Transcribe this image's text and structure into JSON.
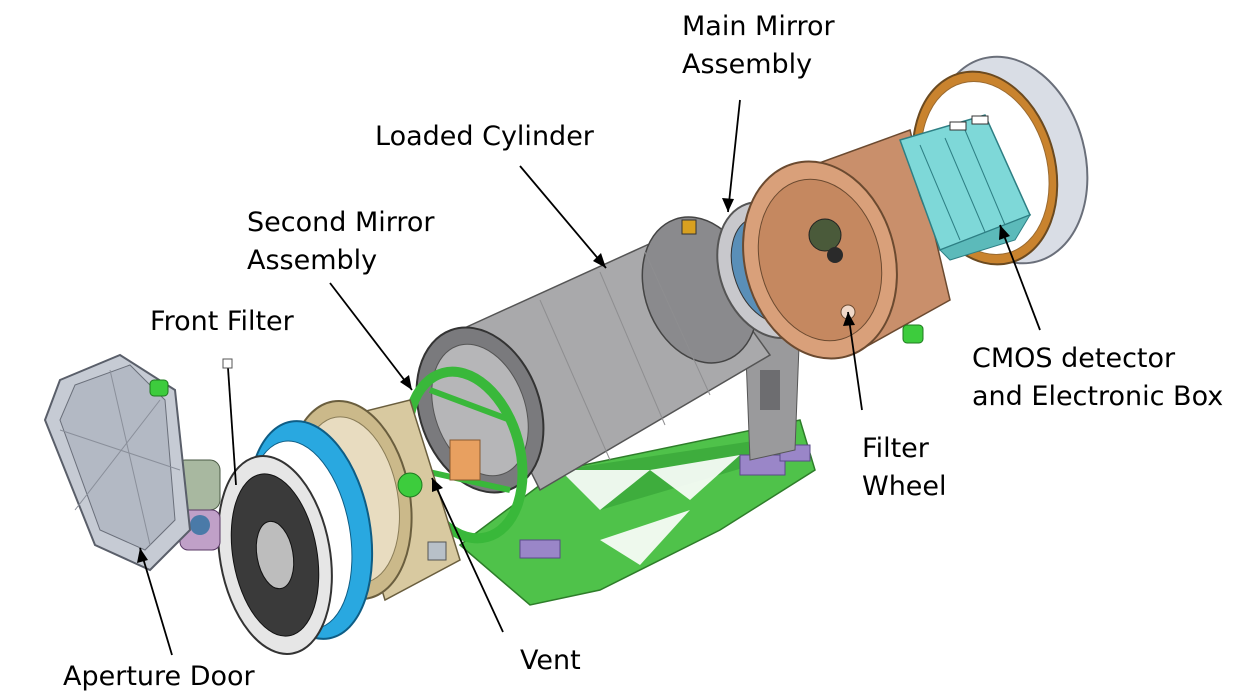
{
  "labels": {
    "main_mirror": [
      "Main Mirror",
      "Assembly"
    ],
    "loaded_cylinder": "Loaded Cylinder",
    "second_mirror": [
      "Second Mirror",
      "Assembly"
    ],
    "front_filter": "Front Filter",
    "cmos": [
      "CMOS detector",
      "and Electronic Box"
    ],
    "filter_wheel": [
      "Filter",
      "Wheel"
    ],
    "aperture_door": "Aperture Door",
    "vent": "Vent"
  },
  "colors": {
    "cylinder": "#a9a9ab",
    "cylinder_dark": "#7a7a7d",
    "main_mirror_housing": "#c98f6b",
    "detector_box": "#7ed8d8",
    "detector_cover": "#d9dde5",
    "detector_ring": "#c9832e",
    "support_frame": "#4fc24a",
    "second_mirror_frame": "#39b83a",
    "vent_housing": "#d8c9a0",
    "front_filter_ring": "#29a8e0",
    "aperture_door": "#c6cbd4",
    "filter_plate": "#3a3a3a",
    "mount_pads": "#9a86c8"
  }
}
